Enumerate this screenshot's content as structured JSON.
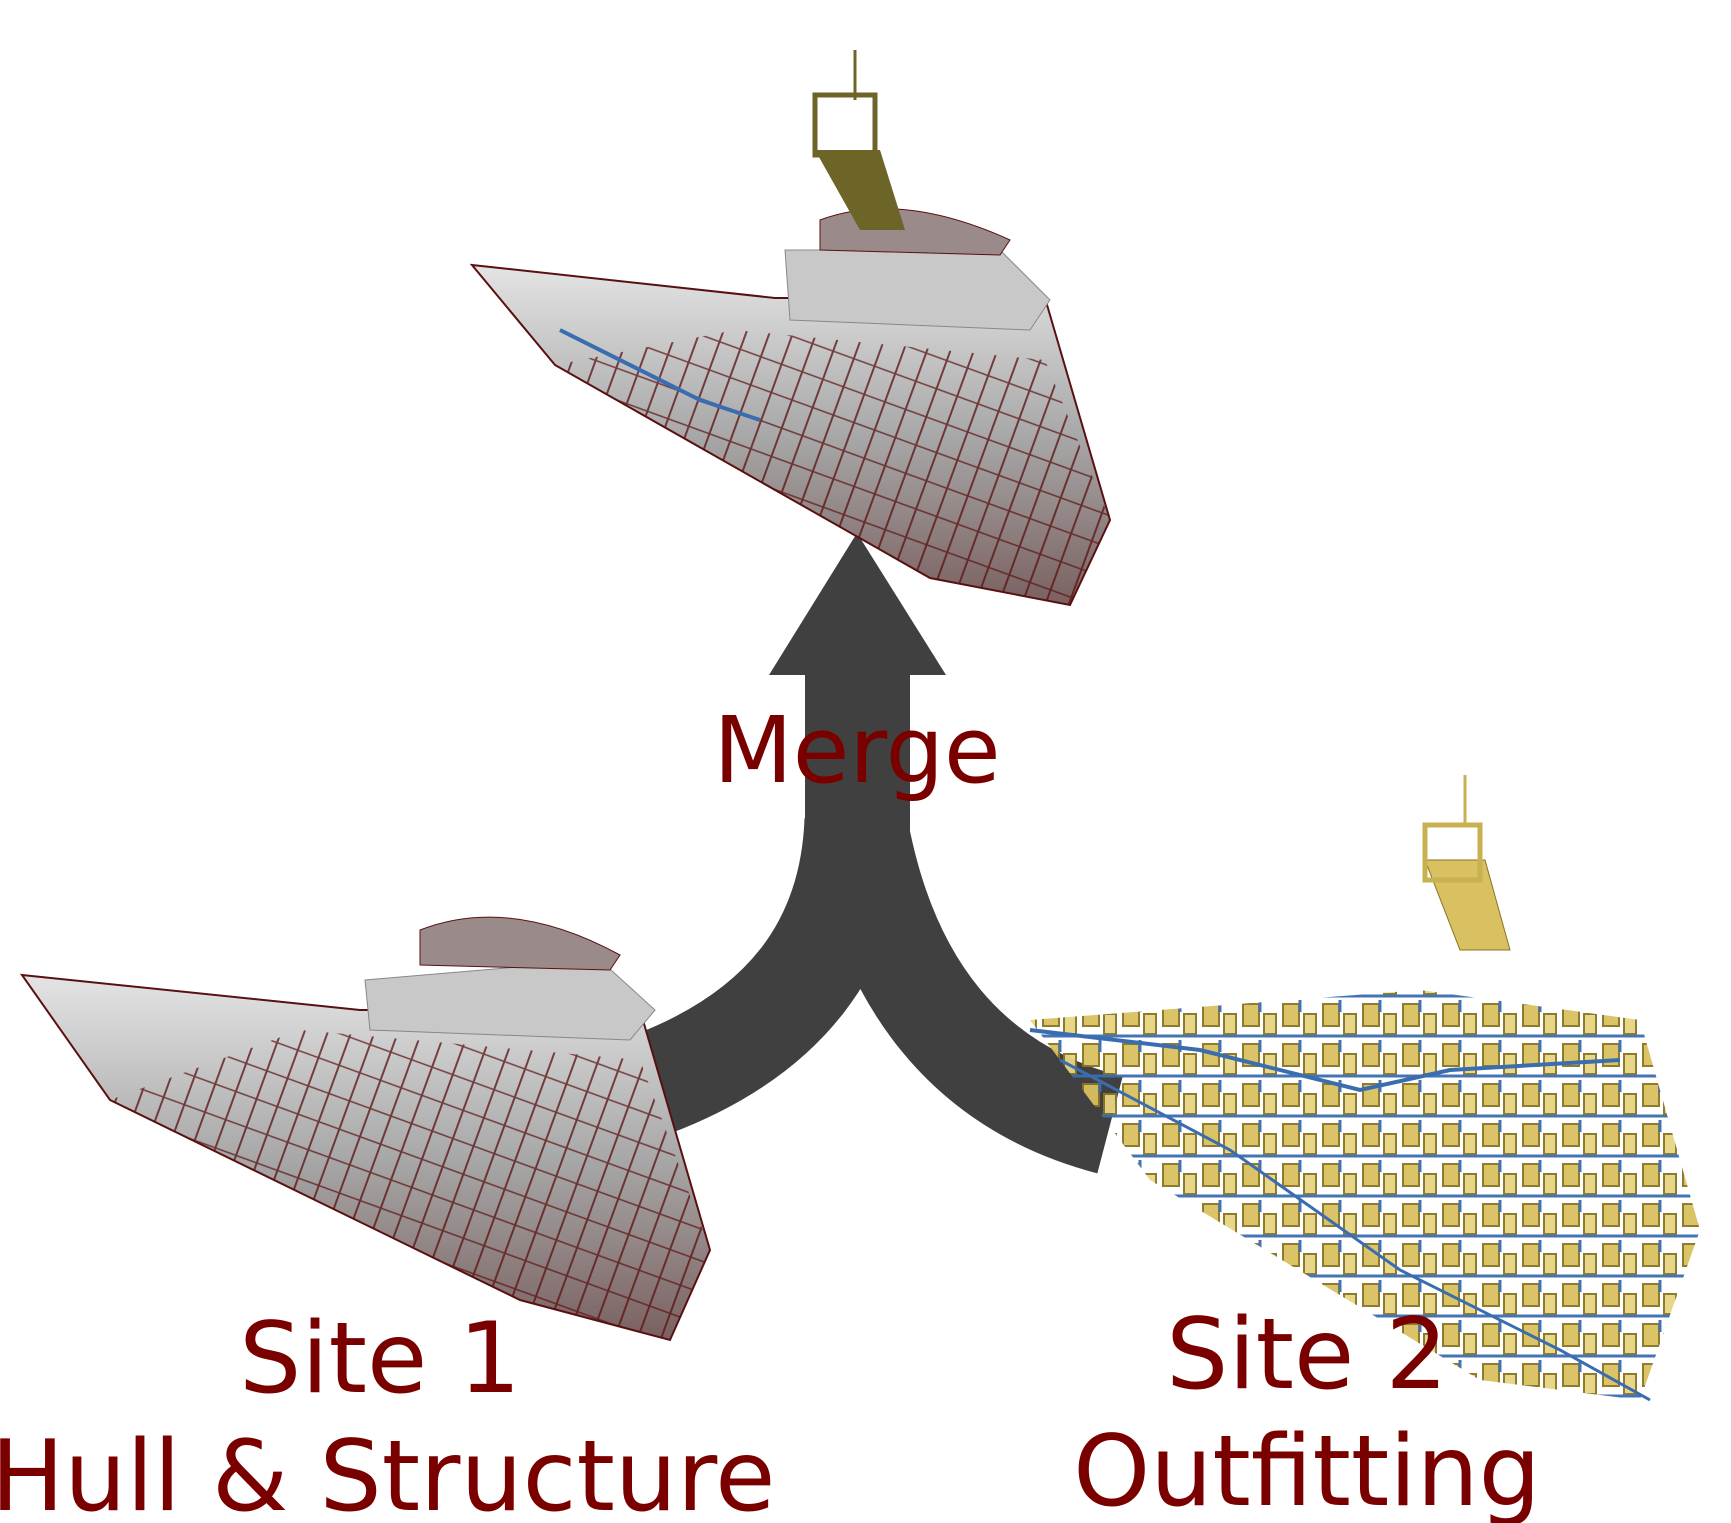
{
  "diagram": {
    "merge_label": "Merge",
    "site1": {
      "title": "Site 1",
      "subtitle": "Hull & Structure"
    },
    "site2": {
      "title": "Site 2",
      "subtitle": "Outfitting"
    }
  },
  "colors": {
    "label": "#7a0000",
    "arrow": "#404040",
    "hull": "#b8b8b8",
    "structure": "#5a1010",
    "outfitting": "#d9c060",
    "piping": "#3a6db0"
  }
}
